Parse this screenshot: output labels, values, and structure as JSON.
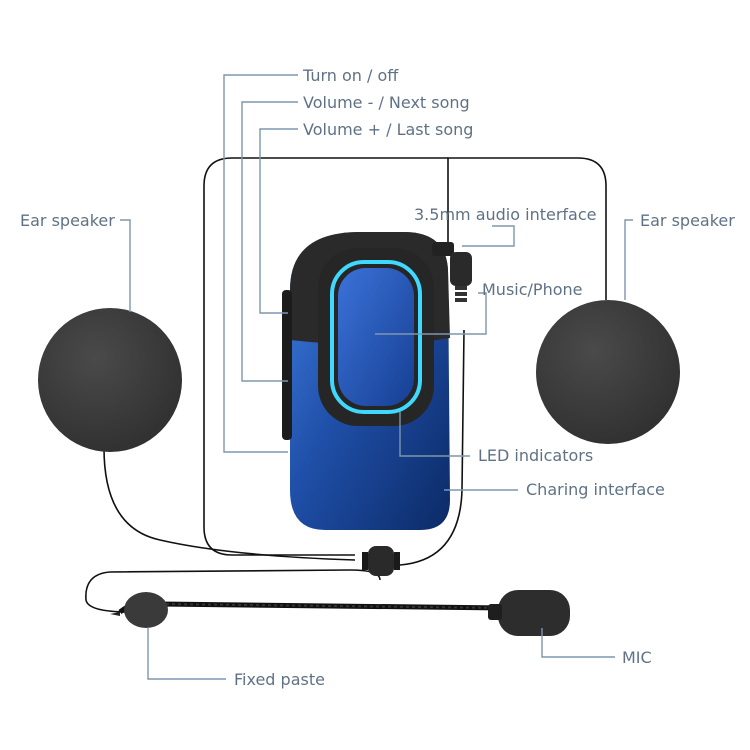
{
  "labels": {
    "turn_on_off": "Turn on / off",
    "volume_minus": "Volume - / Next song",
    "volume_plus": "Volume + / Last song",
    "audio_interface": "3.5mm audio interface",
    "ear_speaker_left": "Ear speaker",
    "ear_speaker_right": "Ear speaker",
    "music_phone": "Music/Phone",
    "led_indicators": "LED indicators",
    "charging_interface": "Charing interface",
    "mic": "MIC",
    "fixed_paste": "Fixed paste"
  },
  "colors": {
    "label_text": "#5f7285",
    "leader_line": "#7d97ad",
    "cable": "#111111",
    "speaker": "#3a3a3a",
    "device_blue": "#1f4fa8",
    "device_bezel": "#2b2b2b",
    "led_glow": "#3fd8ff"
  }
}
